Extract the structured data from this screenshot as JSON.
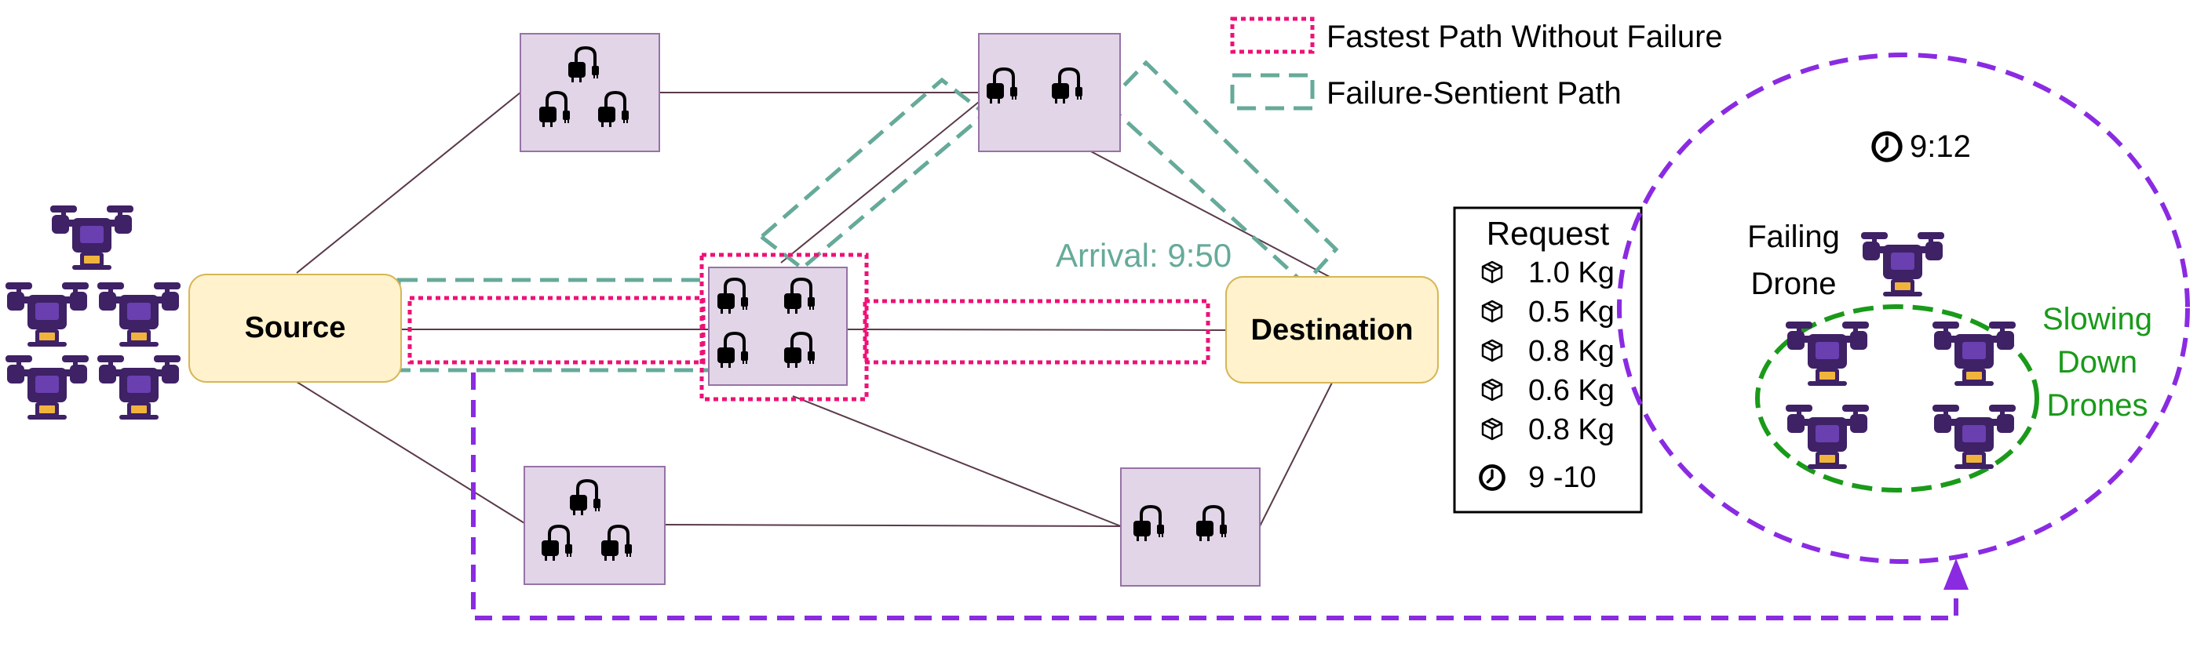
{
  "legend": {
    "fastest_label": "Fastest Path Without Failure",
    "sentient_label": "Failure-Sentient Path"
  },
  "nodes": {
    "source": "Source",
    "destination": "Destination"
  },
  "arrival": "Arrival: 9:50",
  "request": {
    "title": "Request",
    "items": [
      "1.0 Kg",
      "0.5 Kg",
      "0.8 Kg",
      "0.6 Kg",
      "0.8 Kg"
    ],
    "time_window": "9 -10"
  },
  "inset": {
    "time": "9:12",
    "failing_line1": "Failing",
    "failing_line2": "Drone",
    "slowing_line1": "Slowing",
    "slowing_line2": "Down",
    "slowing_line3": "Drones"
  },
  "colors": {
    "fastest": "#ee1177",
    "sentient": "#66aa99",
    "inset": "#8a2be2",
    "slowing": "#1a9a1a",
    "drone": "#3f2166",
    "drone_accent": "#f0b43c",
    "station_fill": "#e1d5e7",
    "station_border": "#9673a6",
    "endpoint_fill": "#fff2cc",
    "endpoint_border": "#d6b656"
  },
  "icons": [
    "drone-icon",
    "charger-icon",
    "package-icon",
    "clock-icon"
  ]
}
